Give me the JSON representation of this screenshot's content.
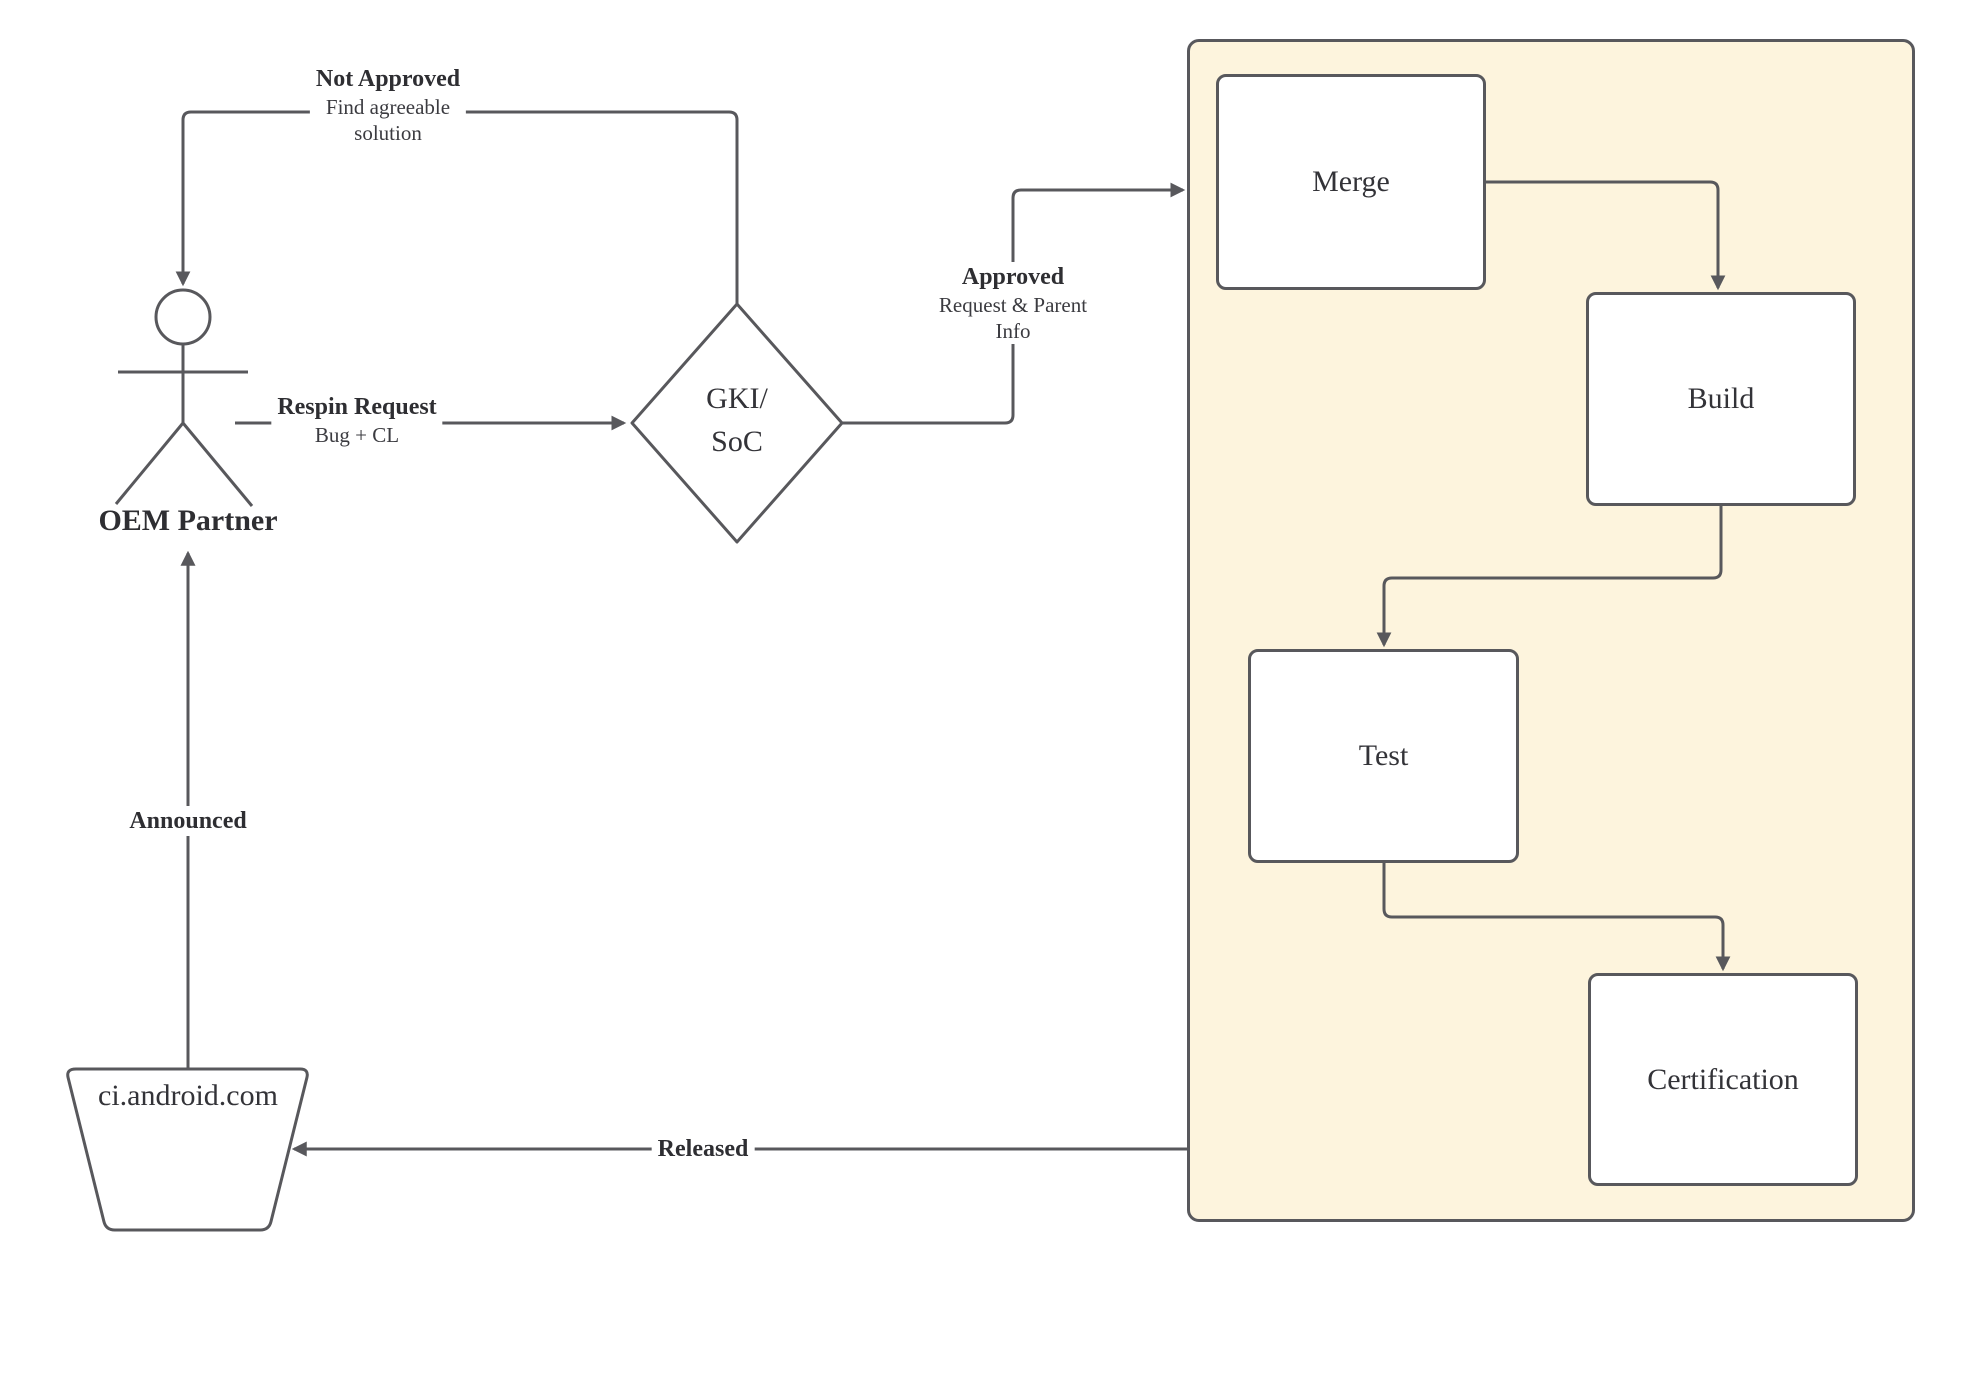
{
  "colors": {
    "background": "#ffffff",
    "stroke": "#58585c",
    "container_fill": "#fdf4dd",
    "node_fill": "#ffffff",
    "node_text": "#333338",
    "label_bold_text": "#2e2e32",
    "label_text": "#3b3b40"
  },
  "actor": {
    "label": "OEM Partner"
  },
  "decision": {
    "line1": "GKI/",
    "line2": "SoC"
  },
  "datastore": {
    "label": "ci.android.com"
  },
  "nodes": {
    "merge": {
      "label": "Merge"
    },
    "build": {
      "label": "Build"
    },
    "test": {
      "label": "Test"
    },
    "certification": {
      "label": "Certification"
    }
  },
  "edges": {
    "not_approved": {
      "title": "Not Approved",
      "line2": "Find agreeable",
      "line3": "solution"
    },
    "respin_request": {
      "title": "Respin Request",
      "line2": "Bug + CL"
    },
    "approved": {
      "title": "Approved",
      "line2": "Request & Parent",
      "line3": "Info"
    },
    "announced": {
      "title": "Announced"
    },
    "released": {
      "title": "Released"
    }
  }
}
